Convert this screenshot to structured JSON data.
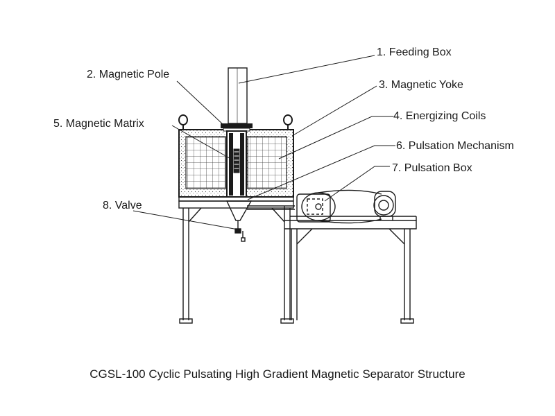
{
  "labels": [
    {
      "id": "feeding-box",
      "text": "1. Feeding Box"
    },
    {
      "id": "magnetic-pole",
      "text": "2. Magnetic Pole"
    },
    {
      "id": "magnetic-yoke",
      "text": "3. Magnetic Yoke"
    },
    {
      "id": "energizing-coils",
      "text": "4. Energizing Coils"
    },
    {
      "id": "magnetic-matrix",
      "text": "5. Magnetic Matrix"
    },
    {
      "id": "pulsation-mechanism",
      "text": "6. Pulsation Mechanism"
    },
    {
      "id": "pulsation-box",
      "text": "7. Pulsation Box"
    },
    {
      "id": "valve",
      "text": "8. Valve"
    }
  ],
  "caption": "CGSL-100 Cyclic Pulsating High Gradient Magnetic Separator Structure",
  "colors": {
    "line": "#1a1a1a",
    "text": "#1a1a1a",
    "background": "#ffffff"
  }
}
